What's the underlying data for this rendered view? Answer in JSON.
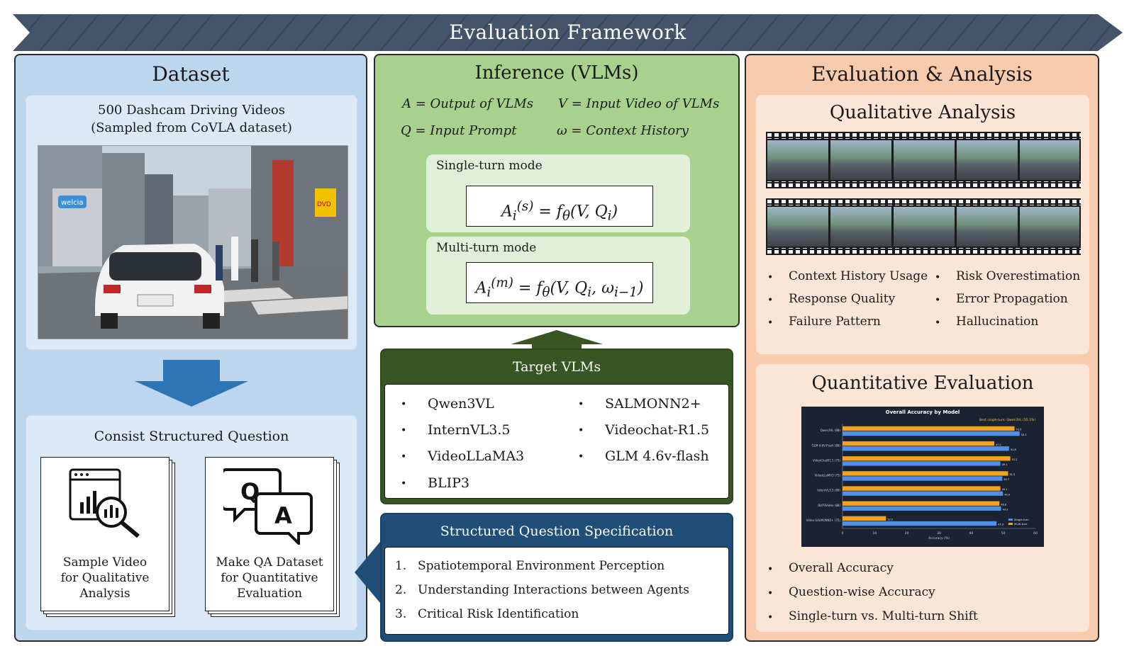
{
  "banner": {
    "title": "Evaluation Framework"
  },
  "dataset": {
    "title": "Dataset",
    "videos_line1": "500 Dashcam Driving Videos",
    "videos_line2": "(Sampled from CoVLA dataset)",
    "shop_signs": [
      "welcia",
      "DVD"
    ],
    "question_title": "Consist Structured Question",
    "qual_label": [
      "Sample Video",
      "for Qualitative",
      "Analysis"
    ],
    "quant_label": [
      "Make QA Dataset",
      "for Quantitative",
      "Evaluation"
    ],
    "qa_letters": {
      "q": "Q",
      "a": "A"
    }
  },
  "inference": {
    "title": "Inference (VLMs)",
    "defs": [
      "A = Output of VLMs",
      "V = Input Video of VLMs",
      "Q = Input Prompt",
      "ω = Context History"
    ],
    "single_label": "Single-turn mode",
    "multi_label": "Multi-turn mode",
    "single_formula": "A_i^(s) = f_θ(V, Q_i)",
    "multi_formula": "A_i^(m) = f_θ(V, Q_i, ω_(i−1))"
  },
  "targets": {
    "title": "Target VLMs",
    "col1": [
      "Qwen3VL",
      "InternVL3.5",
      "VideoLLaMA3",
      "BLIP3"
    ],
    "col2": [
      "SALMONN2+",
      "Videochat-R1.5",
      "GLM 4.6v-flash"
    ]
  },
  "spec": {
    "title": "Structured Question Specification",
    "items": [
      {
        "num": "1.",
        "text": "Spatiotemporal Environment Perception"
      },
      {
        "num": "2.",
        "text": "Understanding Interactions between Agents"
      },
      {
        "num": "3.",
        "text": "Critical Risk Identification"
      }
    ]
  },
  "evaluation": {
    "title": "Evaluation & Analysis",
    "qual_title": "Qualitative Analysis",
    "qual_col1": [
      "Context History Usage",
      "Response Quality",
      "Failure Pattern"
    ],
    "qual_col2": [
      "Risk Overestimation",
      "Error Propagation",
      "Hallucination"
    ],
    "quant_title": "Quantitative Evaluation",
    "quant_items": [
      "Overall Accuracy",
      "Question-wise Accuracy",
      "Single-turn vs. Multi-turn Shift"
    ]
  },
  "chart_data": {
    "type": "bar",
    "title": "Overall Accuracy by Model",
    "subtitle": "Best single-turn: Qwen3VL (55.1%)",
    "categories": [
      "Qwen3VL (88)",
      "GLM 4.6V-Flash (88)",
      "VideoChatR1.5 (75)",
      "VideoLLaMA3 (75)",
      "InternVL3.5 (88)",
      "BLIP3Video (88)",
      "Video-SALMONN2+ (75)"
    ],
    "series": [
      {
        "name": "Single-turn",
        "color": "#4f8fe6",
        "values": [
          55.1,
          51.8,
          49.1,
          49.7,
          49.9,
          49.3,
          47.9
        ]
      },
      {
        "name": "Multi-turn",
        "color": "#f5a31a",
        "values": [
          53.5,
          47.2,
          52.2,
          51.5,
          49.1,
          48.8,
          13.5
        ]
      }
    ],
    "xlabel": "Accuracy (%)",
    "xticks": [
      0,
      10,
      20,
      30,
      40,
      50,
      60
    ],
    "xlim": [
      0,
      60
    ],
    "legend": "bottom-right",
    "grid": false
  },
  "colors": {
    "banner": "#44546a",
    "dataset_bg": "#bcd6ee",
    "inference_bg": "#a9d18e",
    "targets_bg": "#375623",
    "spec_bg": "#1f4e79",
    "evaluation_bg": "#f8cbad",
    "arrow_blue": "#2e75b6"
  }
}
